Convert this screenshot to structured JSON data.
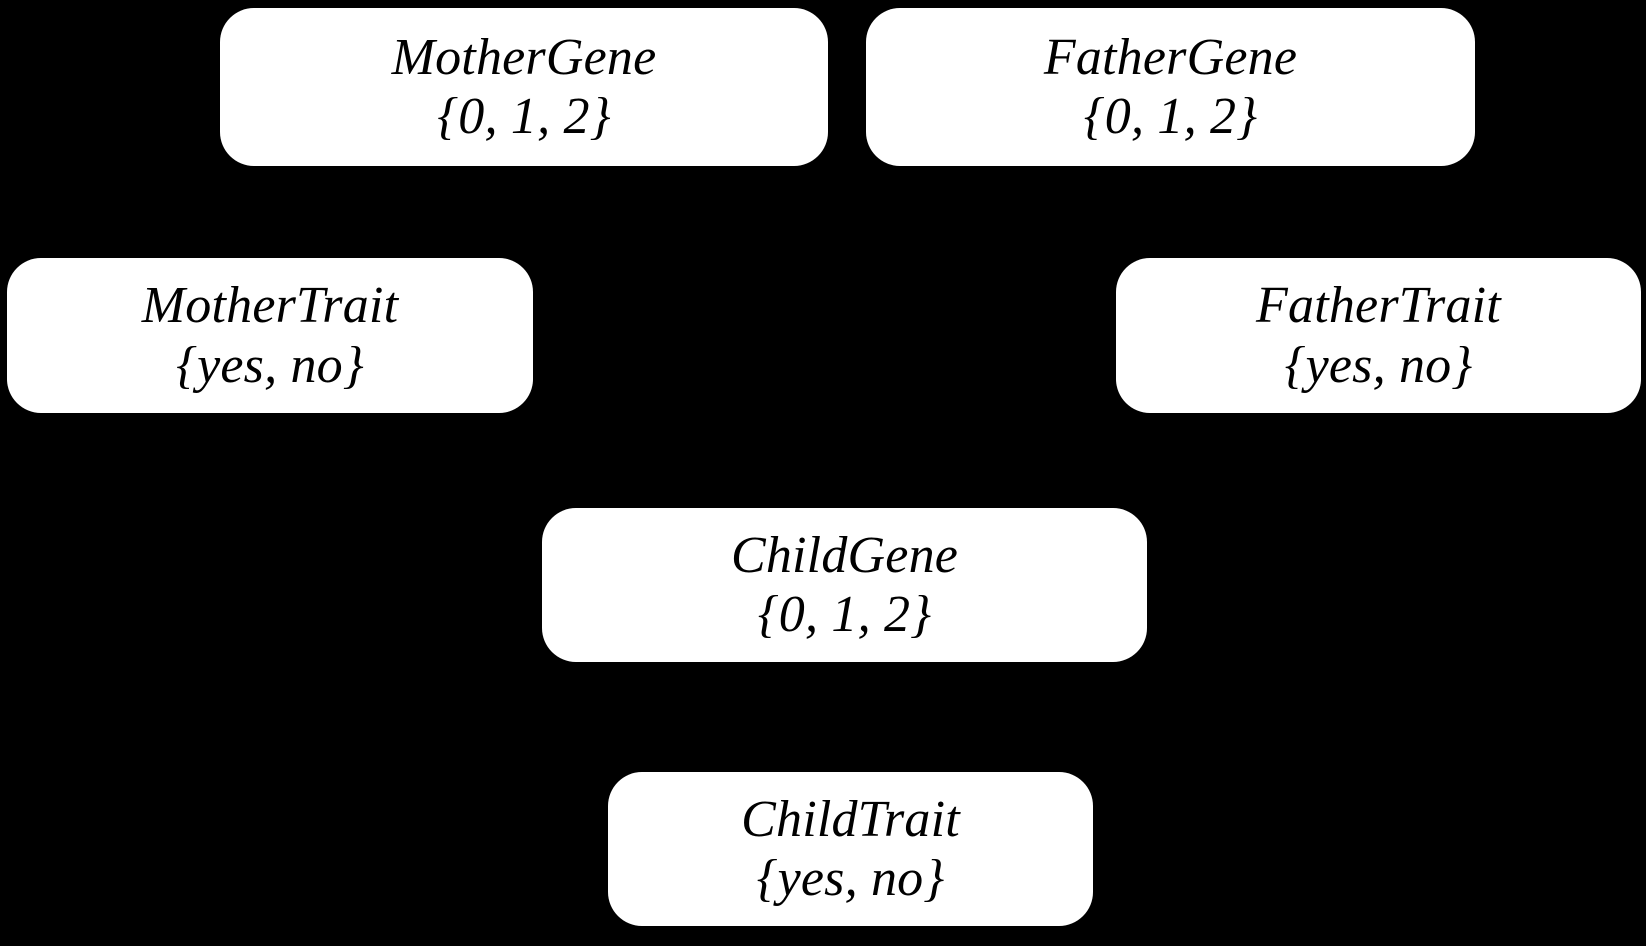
{
  "diagram": {
    "type": "bayesian-network",
    "background_color": "#000000",
    "node_fill_color": "#ffffff",
    "node_text_color": "#000000",
    "nodes": [
      {
        "id": "mother-gene",
        "name": "MotherGene",
        "domain": "{0, 1, 2}"
      },
      {
        "id": "father-gene",
        "name": "FatherGene",
        "domain": "{0, 1, 2}"
      },
      {
        "id": "mother-trait",
        "name": "MotherTrait",
        "domain": "{yes, no}"
      },
      {
        "id": "father-trait",
        "name": "FatherTrait",
        "domain": "{yes, no}"
      },
      {
        "id": "child-gene",
        "name": "ChildGene",
        "domain": "{0, 1, 2}"
      },
      {
        "id": "child-trait",
        "name": "ChildTrait",
        "domain": "{yes, no}"
      }
    ]
  }
}
